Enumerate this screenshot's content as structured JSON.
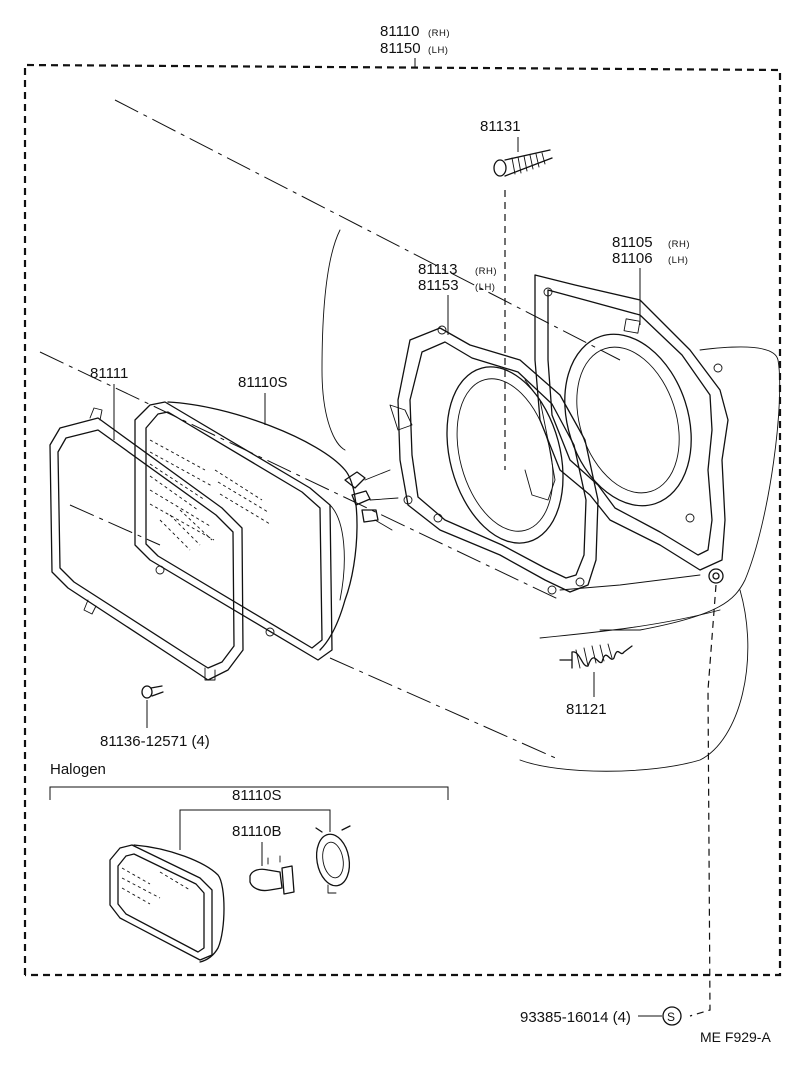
{
  "callouts": {
    "assembly_rh": {
      "num": "81110",
      "side": "(RH)"
    },
    "assembly_lh": {
      "num": "81150",
      "side": "(LH)"
    },
    "screw_top": {
      "num": "81131"
    },
    "housing_rh": {
      "num": "81105",
      "side": "(RH)"
    },
    "housing_lh": {
      "num": "81106",
      "side": "(LH)"
    },
    "ring_rh": {
      "num": "81113",
      "side": "(RH)"
    },
    "ring_lh": {
      "num": "81153",
      "side": "(LH)"
    },
    "retaining_ring": {
      "num": "81111"
    },
    "sealed_beam": {
      "num": "81110S"
    },
    "spring": {
      "num": "81121"
    },
    "screw_ring": {
      "num": "81136-12571 (4)"
    },
    "halogen_unit": {
      "num": "81110S"
    },
    "halogen_bulb": {
      "num": "81110B"
    },
    "nut": {
      "num": "93385-16014 (4)",
      "symbol": "S"
    }
  },
  "section_label": "Halogen",
  "figure_code": "ME  F929-A"
}
